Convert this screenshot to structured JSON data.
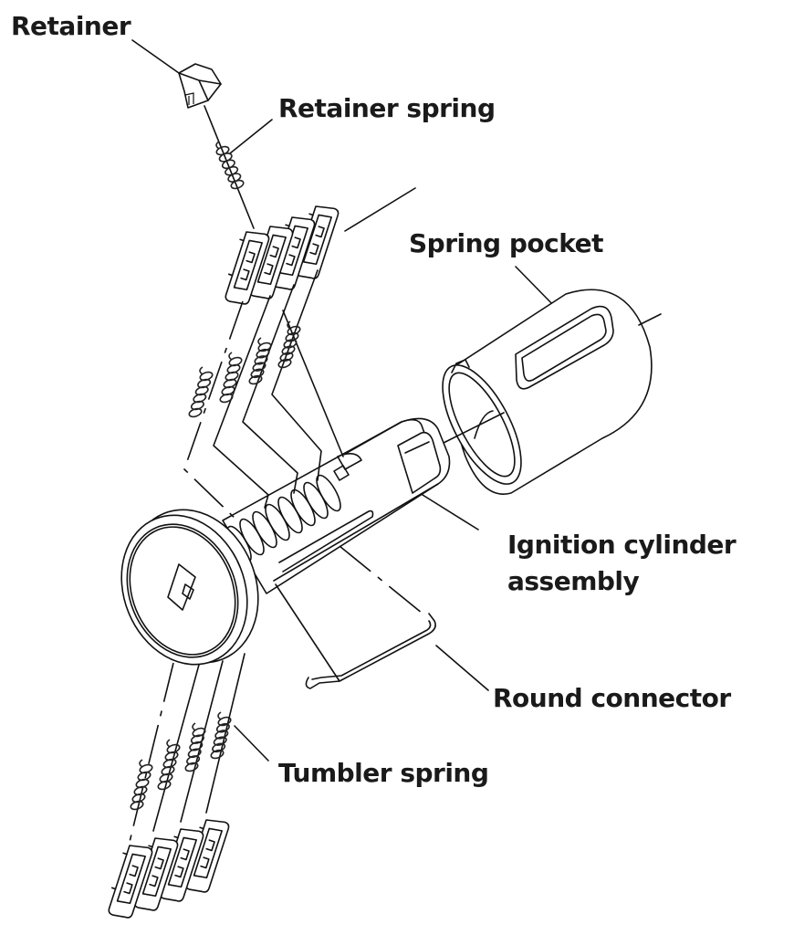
{
  "title": "Ignition cylinder exploded view",
  "labels": {
    "retainer": "Retainer",
    "retainer_spring": "Retainer spring",
    "spring_pocket": "Spring pocket",
    "ignition_cylinder_line1": "Ignition cylinder",
    "ignition_cylinder_line2": "assembly",
    "round_connector": "Round connector",
    "tumbler_spring": "Tumbler spring"
  },
  "colors": {
    "line": "#111111",
    "label": "#1a1a1a",
    "background": "#ffffff"
  }
}
